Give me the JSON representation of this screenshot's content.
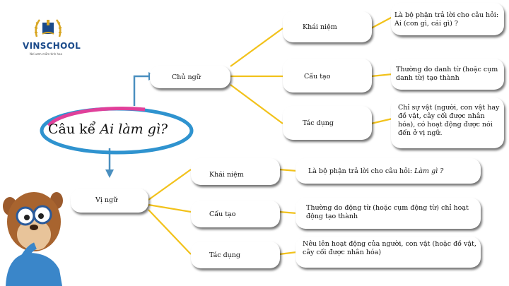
{
  "logo": {
    "name": "VINSCHOOL",
    "tagline": "Nơi ươm mầm tinh hoa"
  },
  "title": {
    "prefix": "Câu kể ",
    "italic": "Ai làm gì?"
  },
  "subject": {
    "label": "Chủ ngữ",
    "items": [
      {
        "label": "Khái niệm",
        "desc": "Là bộ phận trả lời cho câu hỏi: Ai (con gì, cái gì) ?"
      },
      {
        "label": "Cấu tạo",
        "desc": "Thường do danh từ (hoặc cụm danh từ) tạo thành"
      },
      {
        "label": "Tác dụng",
        "desc": "Chỉ sự vật (người, con vật hay đồ vật, cây cối được nhân hóa), có hoạt động được nói đến ở vị ngữ."
      }
    ]
  },
  "predicate": {
    "label": "Vị ngữ",
    "items": [
      {
        "label": "Khái niệm",
        "desc_prefix": "Là bộ phận trả lời cho câu hỏi: ",
        "desc_italic": "Làm gì ?"
      },
      {
        "label": "Cấu tạo",
        "desc": "Thường do động từ (hoặc cụm động từ) chỉ hoạt động tạo thành"
      },
      {
        "label": "Tác dụng",
        "desc": "Nêu lên hoạt động của người, con vật (hoặc đồ vật, cây cối được nhân hóa)"
      }
    ]
  },
  "colors": {
    "connector": "#f2c21b",
    "arrow": "#4a8fbf",
    "ring_pink": "#e0409a",
    "ring_blue": "#2f93cf",
    "logo_blue": "#1a4a8a",
    "logo_gold": "#d8a623"
  }
}
